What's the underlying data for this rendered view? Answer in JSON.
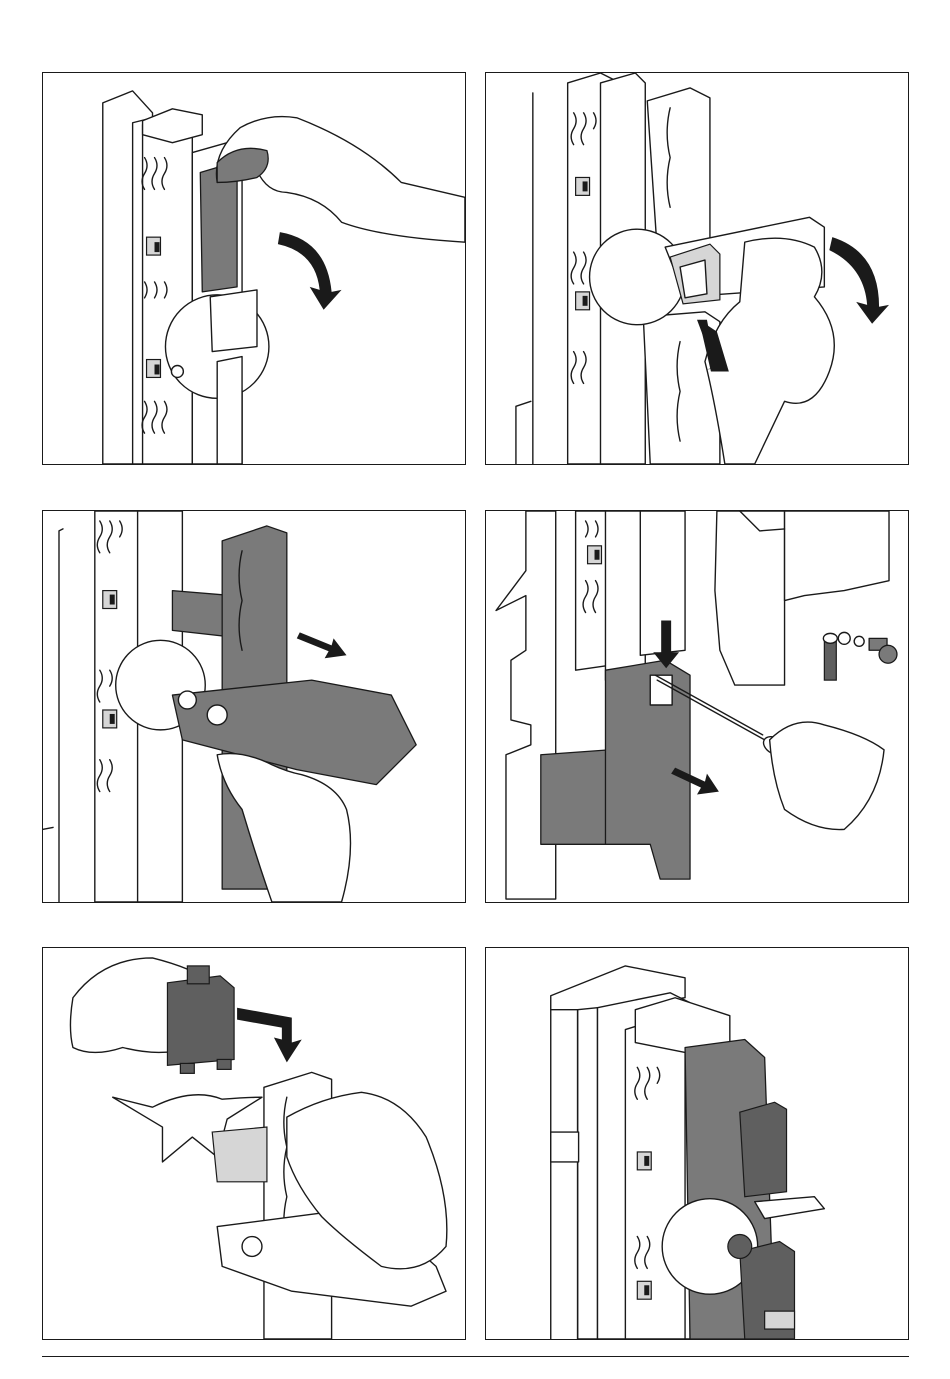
{
  "panels": [
    {
      "id": "p1",
      "illustration": "pull-handle-down"
    },
    {
      "id": "p2",
      "illustration": "release-latch-and-fold"
    },
    {
      "id": "p3",
      "illustration": "withdraw-fuse-carrier"
    },
    {
      "id": "p4",
      "illustration": "unscrew-terminal-remove-cover"
    },
    {
      "id": "p5",
      "illustration": "insert-fuse-module-click"
    },
    {
      "id": "p6",
      "illustration": "assembled-unit"
    }
  ],
  "colors": {
    "line": "#1a1a1a",
    "part_dark": "#7a7a7a",
    "part_light": "#d6d6d6",
    "paper": "#ffffff"
  },
  "icons": [
    "curved-arrow-icon",
    "straight-arrow-icon",
    "click-burst-icon",
    "hand-icon",
    "screwdriver-icon"
  ]
}
